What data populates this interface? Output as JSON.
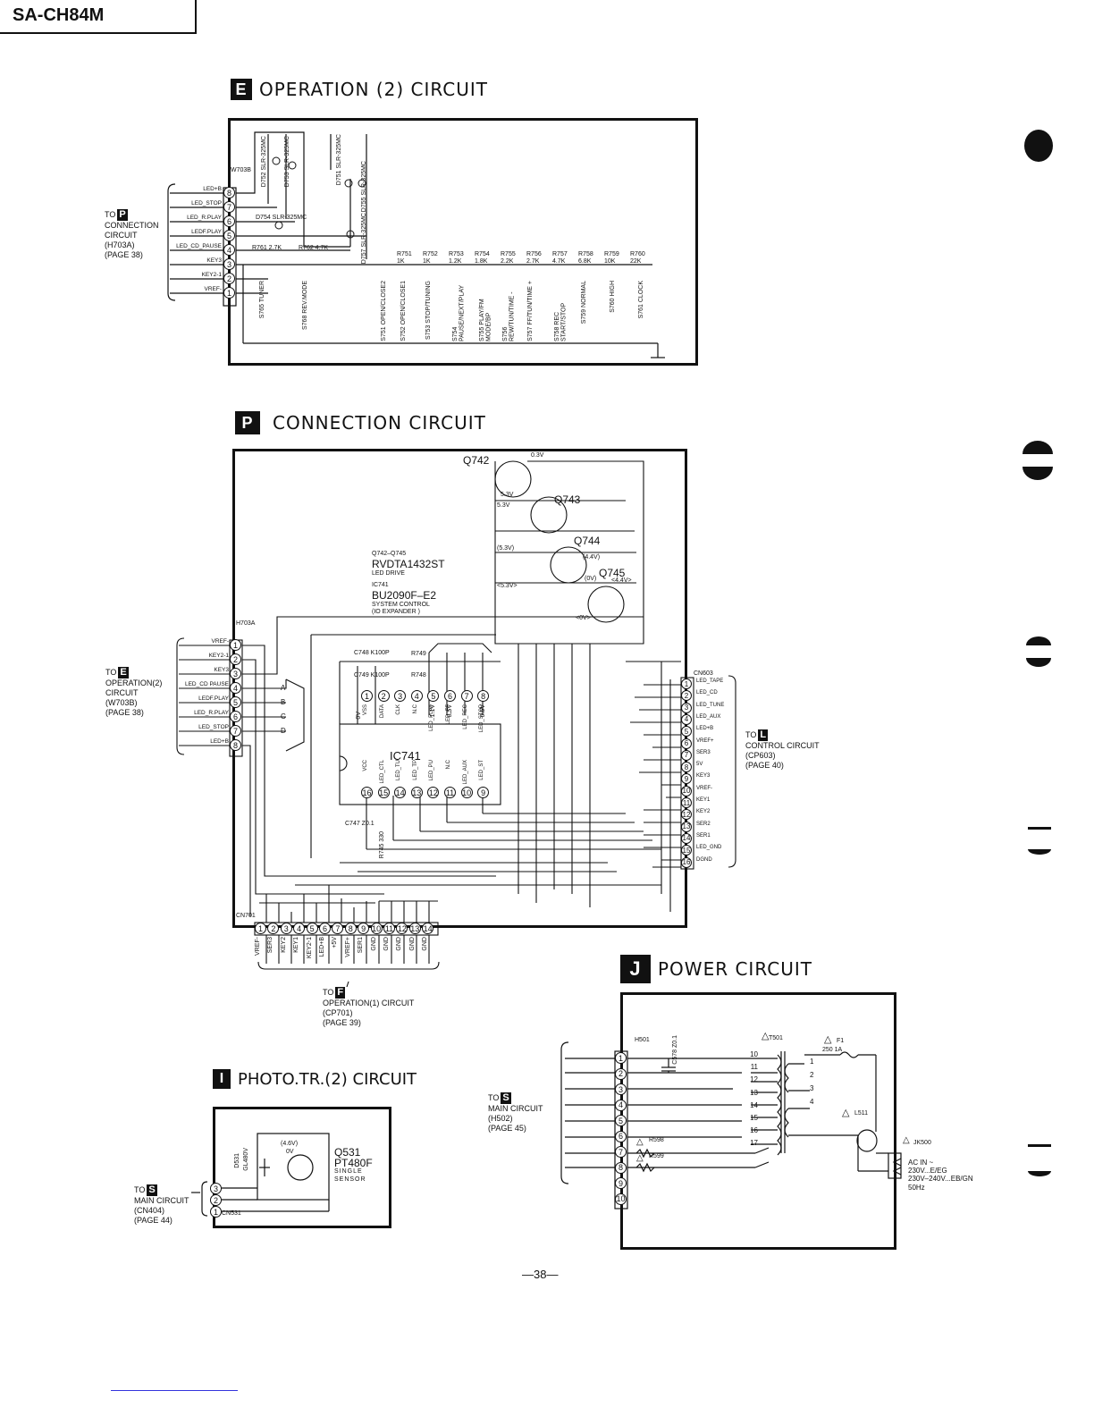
{
  "model": "SA-CH84M",
  "page_number": "—38—",
  "op2": {
    "badge": "E",
    "title": "OPERATION (2) CIRCUIT",
    "connector": "W703B",
    "pins": [
      "8",
      "7",
      "6",
      "5",
      "4",
      "3",
      "2",
      "1"
    ],
    "signals": [
      "LED+B",
      "LED_STOP",
      "LED_R.PLAY",
      "LEDF.PLAY",
      "LED_CD_PAUSE",
      "KEY3",
      "KEY2-1",
      "VREF-"
    ],
    "ref": {
      "to": "TO",
      "badge": "P",
      "lines": [
        "CONNECTION",
        "CIRCUIT",
        "(H703A)",
        "(PAGE 38)"
      ]
    },
    "leds": [
      "D752 SLR-325MC",
      "D753 SLR-325MC",
      "D751 SLR-325MC",
      "D754 SLR-325MC",
      "D755 SLR-325MC",
      "D757 SLR-325MC"
    ],
    "resistors_top": [
      "R761 2.7K",
      "R762 4.7K"
    ],
    "resistors_row": [
      "R751 1K",
      "R752 1K",
      "R753 1.2K",
      "R754 1.8K",
      "R755 2.2K",
      "R756 2.7K",
      "R757 4.7K",
      "R758 6.8K",
      "R759 10K",
      "R760 22K"
    ],
    "switches": [
      "S765 TUNER",
      "S768 REV.MODE",
      "S751 OPEN/CLOSE2",
      "S752 OPEN/CLOSE1",
      "S753 STOP/TUNING",
      "S754 PAUSE/NEXT/PLAY",
      "S755 PLAY/FM MODE/BP",
      "S756 REW/TUN/TIME -",
      "S757 FF/TUN/TIME +",
      "S758 REC START/STOP",
      "S759 NORMAL",
      "S760 HIGH",
      "S761 CLOCK"
    ]
  },
  "conn": {
    "badge": "P",
    "title": "CONNECTION CIRCUIT",
    "transistors": [
      "Q742",
      "Q743",
      "Q744",
      "Q745"
    ],
    "part_desc": [
      "Q742–Q745",
      "RVDTA1432ST",
      "LED DRIVE",
      "IC741",
      "BU2090F–E2",
      "SYSTEM CONTROL",
      "(IO EXPANDER )"
    ],
    "ic": "IC741",
    "ic_top_pins": [
      "VSS",
      "DATA",
      "CLK",
      "N.C",
      "LED_PLAY",
      "LED_FF",
      "LED_REC",
      "LED_STOP"
    ],
    "ic_bottom_pins": [
      "VCC",
      "LED_CTL",
      "LED_TU",
      "LED_TP",
      "LED_PU",
      "N.C",
      "LED_AUX",
      "LED_ST"
    ],
    "caps": [
      "C748 K100P",
      "C749 K100P",
      "C747 Z0.1"
    ],
    "res": [
      "R749",
      "R748",
      "R745 330"
    ],
    "left_conn": "H703A",
    "left_signals": [
      "VREF-",
      "KEY2-1",
      "KEY3",
      "LED_CD PAUSE",
      "LEDF.PLAY",
      "LED_R.PLAY",
      "LED_STOP",
      "LED+B"
    ],
    "left_ref": {
      "to": "TO",
      "badge": "E",
      "lines": [
        "OPERATION(2)",
        "CIRCUIT",
        "(W703B)",
        "(PAGE 38)"
      ]
    },
    "right_conn": "CN603",
    "right_signals": [
      "LED_TAPE",
      "LED_CD",
      "LED_TUNE",
      "LED_AUX",
      "LED+B",
      "VREF+",
      "SER3",
      "5V",
      "KEY3",
      "VREF-",
      "KEY1",
      "KEY2",
      "SER2",
      "SER1",
      "LED_GND",
      "DGND"
    ],
    "right_ref": {
      "to": "TO",
      "badge": "L",
      "lines": [
        "CONTROL CIRCUIT",
        "(CP603)",
        "(PAGE 40)"
      ]
    },
    "bottom_conn": "CN701",
    "bottom_signals": [
      "VREF-",
      "SER3",
      "KEY2",
      "KEY1",
      "KEY2-1",
      "LED+B",
      "+5V",
      "VREF+",
      "SER1",
      "GND",
      "GND",
      "GND",
      "GND",
      "GND"
    ],
    "bottom_ref": {
      "to": "TO",
      "badge": "F",
      "lines": [
        "OPERATION(1) CIRCUIT",
        "(CP701)",
        "(PAGE 39)"
      ]
    },
    "bus": [
      "A",
      "B",
      "C",
      "D"
    ],
    "voltages": [
      "5.3V",
      "0.3V",
      "5.3V",
      "5.3V",
      "(5.3V)",
      "(4.4V)",
      "(0V)",
      "<4.4V>",
      "<5.3V>",
      "<0V>",
      "0V",
      "1.1V",
      "0.5V",
      "0.5V"
    ]
  },
  "photo": {
    "badge": "I",
    "title": "PHOTO.TR.(2) CIRCUIT",
    "q": "Q531",
    "q_part": "PT480F",
    "q_desc": [
      "SINGLE",
      "SENSOR"
    ],
    "d": "D531",
    "d_part": "GL480V",
    "volts": [
      "(4.6V)",
      "0V"
    ],
    "conn": "CN531",
    "pins": [
      "3",
      "2",
      "1"
    ],
    "ref": {
      "to": "TO",
      "badge": "S",
      "lines": [
        "MAIN CIRCUIT",
        "(CN404)",
        "(PAGE 44)"
      ]
    }
  },
  "power": {
    "badge": "J",
    "title": "POWER CIRCUIT",
    "conn": "H501",
    "pins": [
      "1",
      "2",
      "3",
      "4",
      "5",
      "6",
      "7",
      "8",
      "9",
      "10"
    ],
    "cap": "C578 Z0.1",
    "transformer": "T501",
    "tap_left": [
      "10",
      "11",
      "12",
      "13",
      "14",
      "15",
      "16",
      "17"
    ],
    "tap_right": [
      "1",
      "2",
      "3",
      "4"
    ],
    "fuse": "F1",
    "fuse_rating": "250 1A",
    "inductor": "L511",
    "res": [
      "R598",
      "R599"
    ],
    "jack": "JK500",
    "ac": [
      "AC IN ~",
      "230V...E/EG",
      "230V–240V...EB/GN",
      "50Hz"
    ],
    "ref": {
      "to": "TO",
      "badge": "S",
      "lines": [
        "MAIN CIRCUIT",
        "(H502)",
        "(PAGE 45)"
      ]
    }
  }
}
